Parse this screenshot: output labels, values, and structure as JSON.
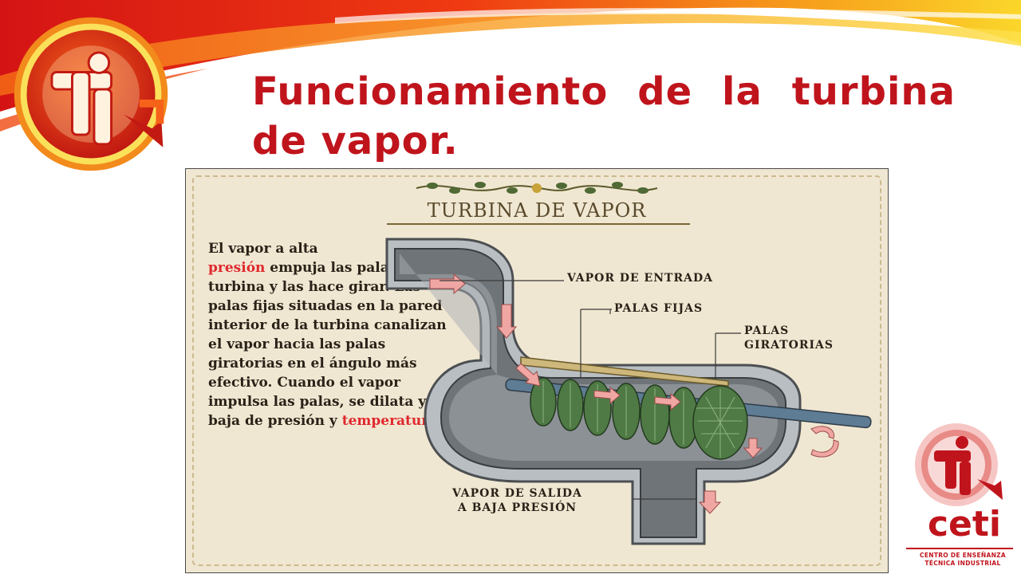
{
  "slide": {
    "title_line1_words": [
      "Funcionamiento",
      "de",
      "la",
      "turbina"
    ],
    "title_line2": "de vapor."
  },
  "illustration": {
    "title": "TURBINA DE VAPOR",
    "description": [
      {
        "text": "El vapor a alta",
        "highlight": false
      },
      {
        "text": "presión",
        "highlight": true
      },
      {
        "text": " empuja las palas de la turbina y las hace girar. Las palas fijas situadas en la pared interior de la turbina canalizan el vapor hacia las palas giratorias en el ángulo más efectivo. Cuando el vapor impulsa las palas, se dilata y baja de presión y",
        "highlight": false
      },
      {
        "text": "temperatura",
        "highlight": true
      },
      {
        "text": ".",
        "highlight": false
      }
    ],
    "labels": {
      "inlet": "VAPOR DE ENTRADA",
      "fixed_blades": "PALAS FIJAS",
      "rotating_blades": [
        "PALAS",
        "GIRATORIAS"
      ],
      "outlet": [
        "VAPOR DE SALIDA",
        "A BAJA PRESIÓN"
      ]
    }
  },
  "logo": {
    "word": "ceti",
    "subtitle": [
      "CENTRO DE ENSEÑANZA",
      "TÉCNICA INDUSTRIAL"
    ]
  },
  "colors": {
    "title_red": "#c0141c",
    "highlight_red": "#e0282e",
    "parchment": "#f0e7d2",
    "blade_green": "#4f7a45"
  }
}
